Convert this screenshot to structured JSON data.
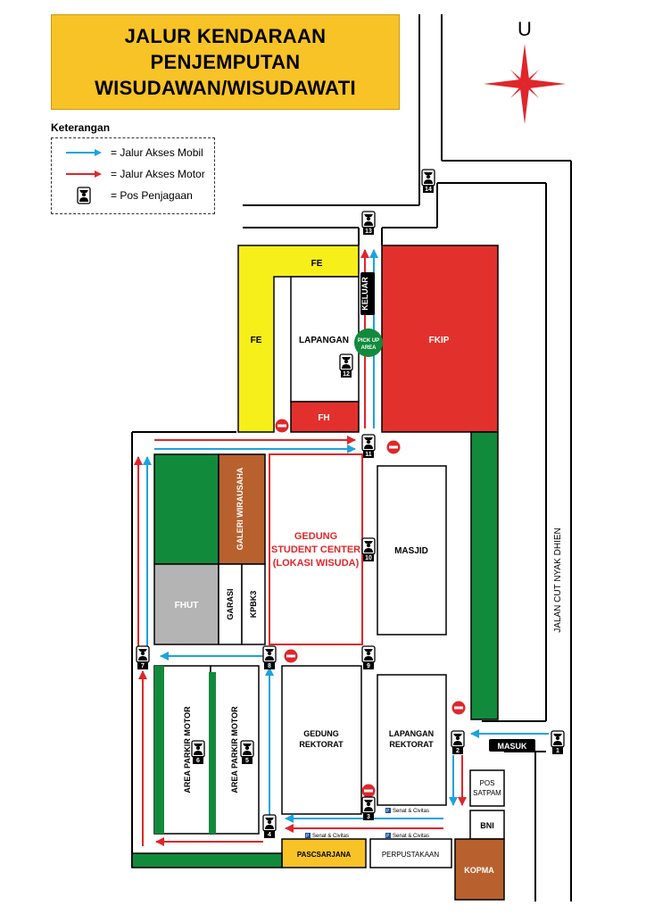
{
  "title": {
    "lines": [
      "JALUR KENDARAAN",
      "PENJEMPUTAN",
      "WISUDAWAN/WISUDAWATI"
    ]
  },
  "compass": {
    "label": "U"
  },
  "legend": {
    "title": "Keterangan",
    "items": [
      {
        "label": "= Jalur Akses Mobil",
        "symbol": "blue-arrow"
      },
      {
        "label": "= Jalur Akses Motor",
        "symbol": "red-arrow"
      },
      {
        "label": "= Pos Penjagaan",
        "symbol": "guard-post"
      }
    ]
  },
  "colors": {
    "car_route": "#1ba3e0",
    "motor_route": "#e0262a",
    "yellow": "#f7ef1a",
    "red_building": "#e2312d",
    "green": "#128a3c",
    "brown": "#b8612f",
    "grey": "#b4b4b4",
    "orange": "#f8c326"
  },
  "buildings": {
    "fe_top": "FE",
    "fe_side": "FE",
    "lapangan": "LAPANGAN",
    "fh": "FH",
    "fkip": "FKIP",
    "galeri": "GALERI WIRAUSAHA",
    "student_center": [
      "GEDUNG",
      "STUDENT CENTER",
      "(LOKASI WISUDA)"
    ],
    "masjid": "MASJID",
    "fhut": "FHUT",
    "garasi": "GARASI",
    "kpbk3": "KPBK3",
    "parkir_1": "AREA PARKIR MOTOR",
    "parkir_2": "AREA PARKIR MOTOR",
    "rektorat": [
      "GEDUNG",
      "REKTORAT"
    ],
    "lap_rektorat": [
      "LAPANGAN",
      "REKTORAT"
    ],
    "pos_satpam": [
      "POS",
      "SATPAM"
    ],
    "bni": "BNI",
    "kopma": "KOPMA",
    "pascasarjana": "PASCSARJANA",
    "perpustakaan": "PERPUSTAKAAN"
  },
  "signs": {
    "keluar": "KELUAR",
    "masuk": "MASUK",
    "pickup": [
      "PICK UP",
      "AREA"
    ],
    "street": "JALAN CUT NYAK DHIEN",
    "senat_1": "Senat & Civitas",
    "senat_2": "Senat & Civitas",
    "senat_3": "Senat & Civitas",
    "senat_letter": "P"
  },
  "posts": [
    "1",
    "2",
    "3",
    "4",
    "5",
    "6",
    "7",
    "8",
    "9",
    "10",
    "11",
    "12",
    "13",
    "14"
  ]
}
